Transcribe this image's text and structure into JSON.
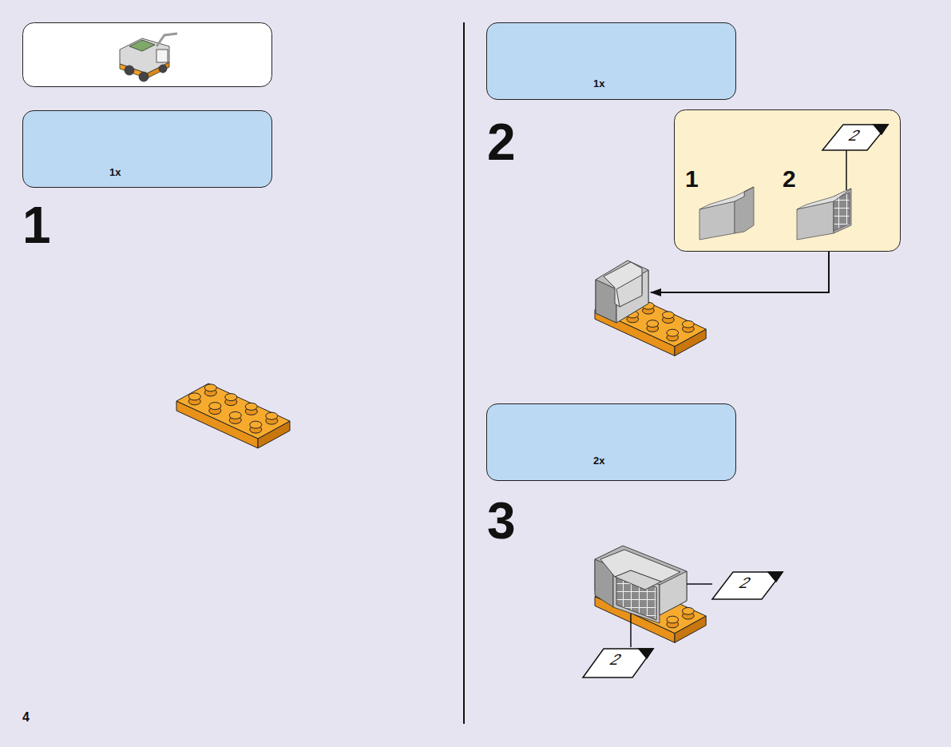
{
  "diagram": {
    "nodes": [
      {
        "text": [
          "1x"
        ]
      },
      {
        "text": [
          "1x"
        ]
      },
      {
        "text": [
          "1",
          "2"
        ]
      },
      {
        "text": [
          "2x"
        ]
      }
    ],
    "edges": [],
    "labels": [
      "1",
      "2",
      "2",
      "3",
      "2",
      "2",
      "4"
    ]
  }
}
